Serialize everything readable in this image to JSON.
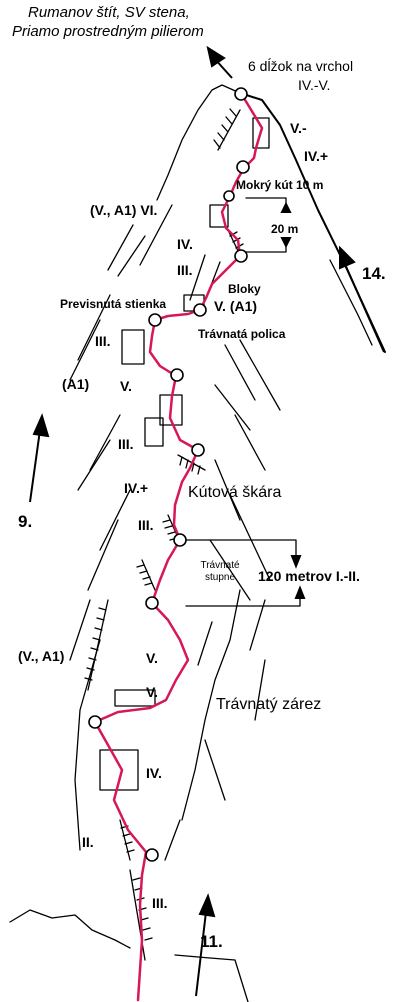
{
  "title": {
    "line1": "Rumanov štít, SV stena,",
    "line2": "Priamo prostredným pilierom"
  },
  "labels": {
    "summit_note": "6 dĺžok na vrchol",
    "summit_grade": "IV.-V.",
    "wet_corner": "Mokrý kút 10 m",
    "height_20": "20 m",
    "blocks": "Bloky",
    "overhang": "Previsnutá stienka",
    "grassy_ledge": "Trávnatá polica",
    "corner_crack": "Kútová škára",
    "grassy_steps": "Trávnaté stupne",
    "height_120": "120 metrov I.-II.",
    "grassy_gully": "Trávnatý zárez"
  },
  "grades": {
    "g1": "V.-",
    "g2": "IV.+",
    "g3": "(V., A1) VI.",
    "g4": "IV.",
    "g5": "III.",
    "g6": "V. (A1)",
    "g7": "III.",
    "g8": "(A1)",
    "g9": "V.",
    "g10": "III.",
    "g11": "IV.+",
    "g12": "III.",
    "g13": "(V., A1)",
    "g14": "V.",
    "g15": "V.",
    "g16": "IV.",
    "g17": "II.",
    "g18": "III."
  },
  "routes": {
    "r14": "14.",
    "r9": "9.",
    "r11": "11."
  },
  "colors": {
    "route_line": "#d6175a",
    "ink": "#000000",
    "background": "#ffffff"
  }
}
